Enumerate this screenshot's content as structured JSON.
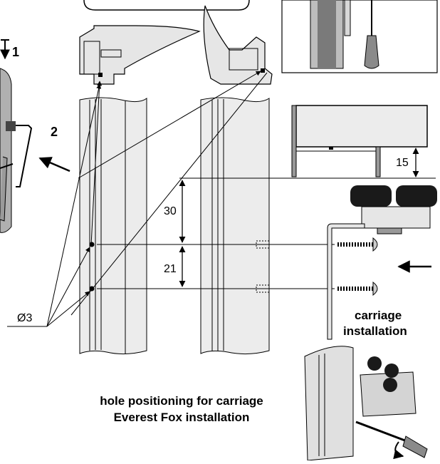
{
  "step_labels": {
    "step1": "1",
    "step2": "2"
  },
  "dimensions": {
    "carriage_offset": "15",
    "hole_top_offset": "30",
    "hole_spacing": "21",
    "hole_diameter": "Ø3"
  },
  "captions": {
    "carriage_line1": "carriage",
    "carriage_line2": "installation",
    "main_line1": "hole positioning for carriage",
    "main_line2": "Everest Fox installation"
  },
  "colors": {
    "ink": "#000000",
    "profile_fill": "#e6e6e6",
    "dark_fill": "#1a1a1a"
  }
}
